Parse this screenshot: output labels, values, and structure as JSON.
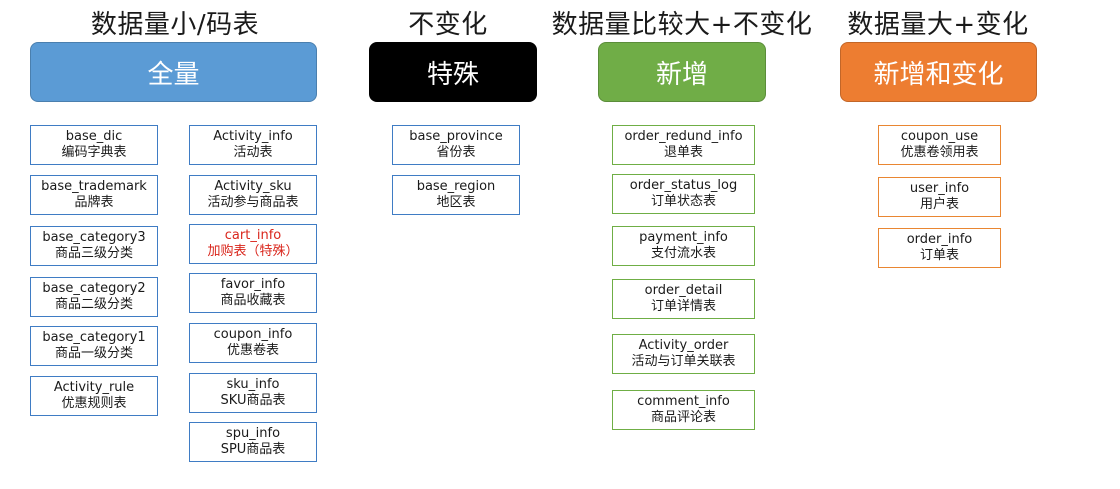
{
  "headings": {
    "full": "数据量小/码表",
    "special": "不变化",
    "incremental": "数据量比较大+不变化",
    "new_and_changed": "数据量大+变化"
  },
  "strategies": {
    "full": {
      "label": "全量",
      "color": "#5b9bd5"
    },
    "special": {
      "label": "特殊",
      "color": "#000000"
    },
    "incremental": {
      "label": "新增",
      "color": "#70ad47"
    },
    "new_and_changed": {
      "label": "新增和变化",
      "color": "#ed7d31"
    }
  },
  "full_tables_left": [
    {
      "name": "base_dic",
      "desc": "编码字典表"
    },
    {
      "name": "base_trademark",
      "desc": "品牌表"
    },
    {
      "name": "base_category3",
      "desc": "商品三级分类"
    },
    {
      "name": "base_category2",
      "desc": "商品二级分类"
    },
    {
      "name": "base_category1",
      "desc": "商品一级分类"
    },
    {
      "name": "Activity_rule",
      "desc": "优惠规则表"
    }
  ],
  "full_tables_right": [
    {
      "name": "Activity_info",
      "desc": "活动表"
    },
    {
      "name": "Activity_sku",
      "desc": "活动参与商品表"
    },
    {
      "name": "cart_info",
      "desc": "加购表（特殊）",
      "highlight_color": "#d9261c"
    },
    {
      "name": "favor_info",
      "desc": "商品收藏表"
    },
    {
      "name": "coupon_info",
      "desc": "优惠卷表"
    },
    {
      "name": "sku_info",
      "desc": "SKU商品表"
    },
    {
      "name": "spu_info",
      "desc": "SPU商品表"
    }
  ],
  "special_tables": [
    {
      "name": "base_province",
      "desc": "省份表"
    },
    {
      "name": "base_region",
      "desc": "地区表"
    }
  ],
  "incremental_tables": [
    {
      "name": "order_redund_info",
      "desc": "退单表"
    },
    {
      "name": "order_status_log",
      "desc": "订单状态表"
    },
    {
      "name": "payment_info",
      "desc": "支付流水表"
    },
    {
      "name": "order_detail",
      "desc": "订单详情表"
    },
    {
      "name": "Activity_order",
      "desc": "活动与订单关联表"
    },
    {
      "name": "comment_info",
      "desc": "商品评论表"
    }
  ],
  "new_and_changed_tables": [
    {
      "name": "coupon_use",
      "desc": "优惠卷领用表"
    },
    {
      "name": "user_info",
      "desc": "用户表"
    },
    {
      "name": "order_info",
      "desc": "订单表"
    }
  ]
}
